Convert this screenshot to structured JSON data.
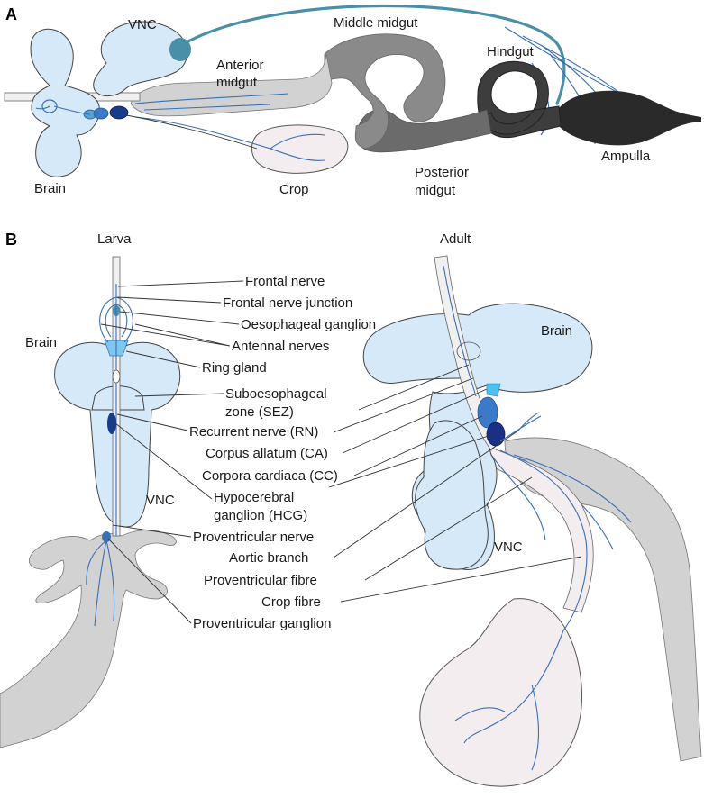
{
  "panel_a": {
    "letter": "A",
    "labels": {
      "vnc": "VNC",
      "brain": "Brain",
      "anterior_midgut_1": "Anterior",
      "anterior_midgut_2": "midgut",
      "middle_midgut": "Middle midgut",
      "hindgut": "Hindgut",
      "crop": "Crop",
      "posterior_midgut_1": "Posterior",
      "posterior_midgut_2": "midgut",
      "ampulla": "Ampulla"
    }
  },
  "panel_b": {
    "letter": "B",
    "larva_title": "Larva",
    "adult_title": "Adult",
    "larva_brain": "Brain",
    "larva_vnc": "VNC",
    "adult_brain": "Brain",
    "adult_vnc": "VNC",
    "callouts": [
      "Frontal nerve",
      "Frontal nerve junction",
      "Oesophageal ganglion",
      "Antennal nerves",
      "Ring gland",
      "Suboesophageal",
      "zone (SEZ)",
      "Recurrent nerve (RN)",
      "Corpus allatum (CA)",
      "Corpora cardiaca (CC)",
      "Hypocerebral",
      "ganglion (HCG)",
      "Proventricular nerve",
      "Aortic branch",
      "Proventricular fibre",
      "Crop fibre",
      "Proventricular ganglion"
    ]
  }
}
